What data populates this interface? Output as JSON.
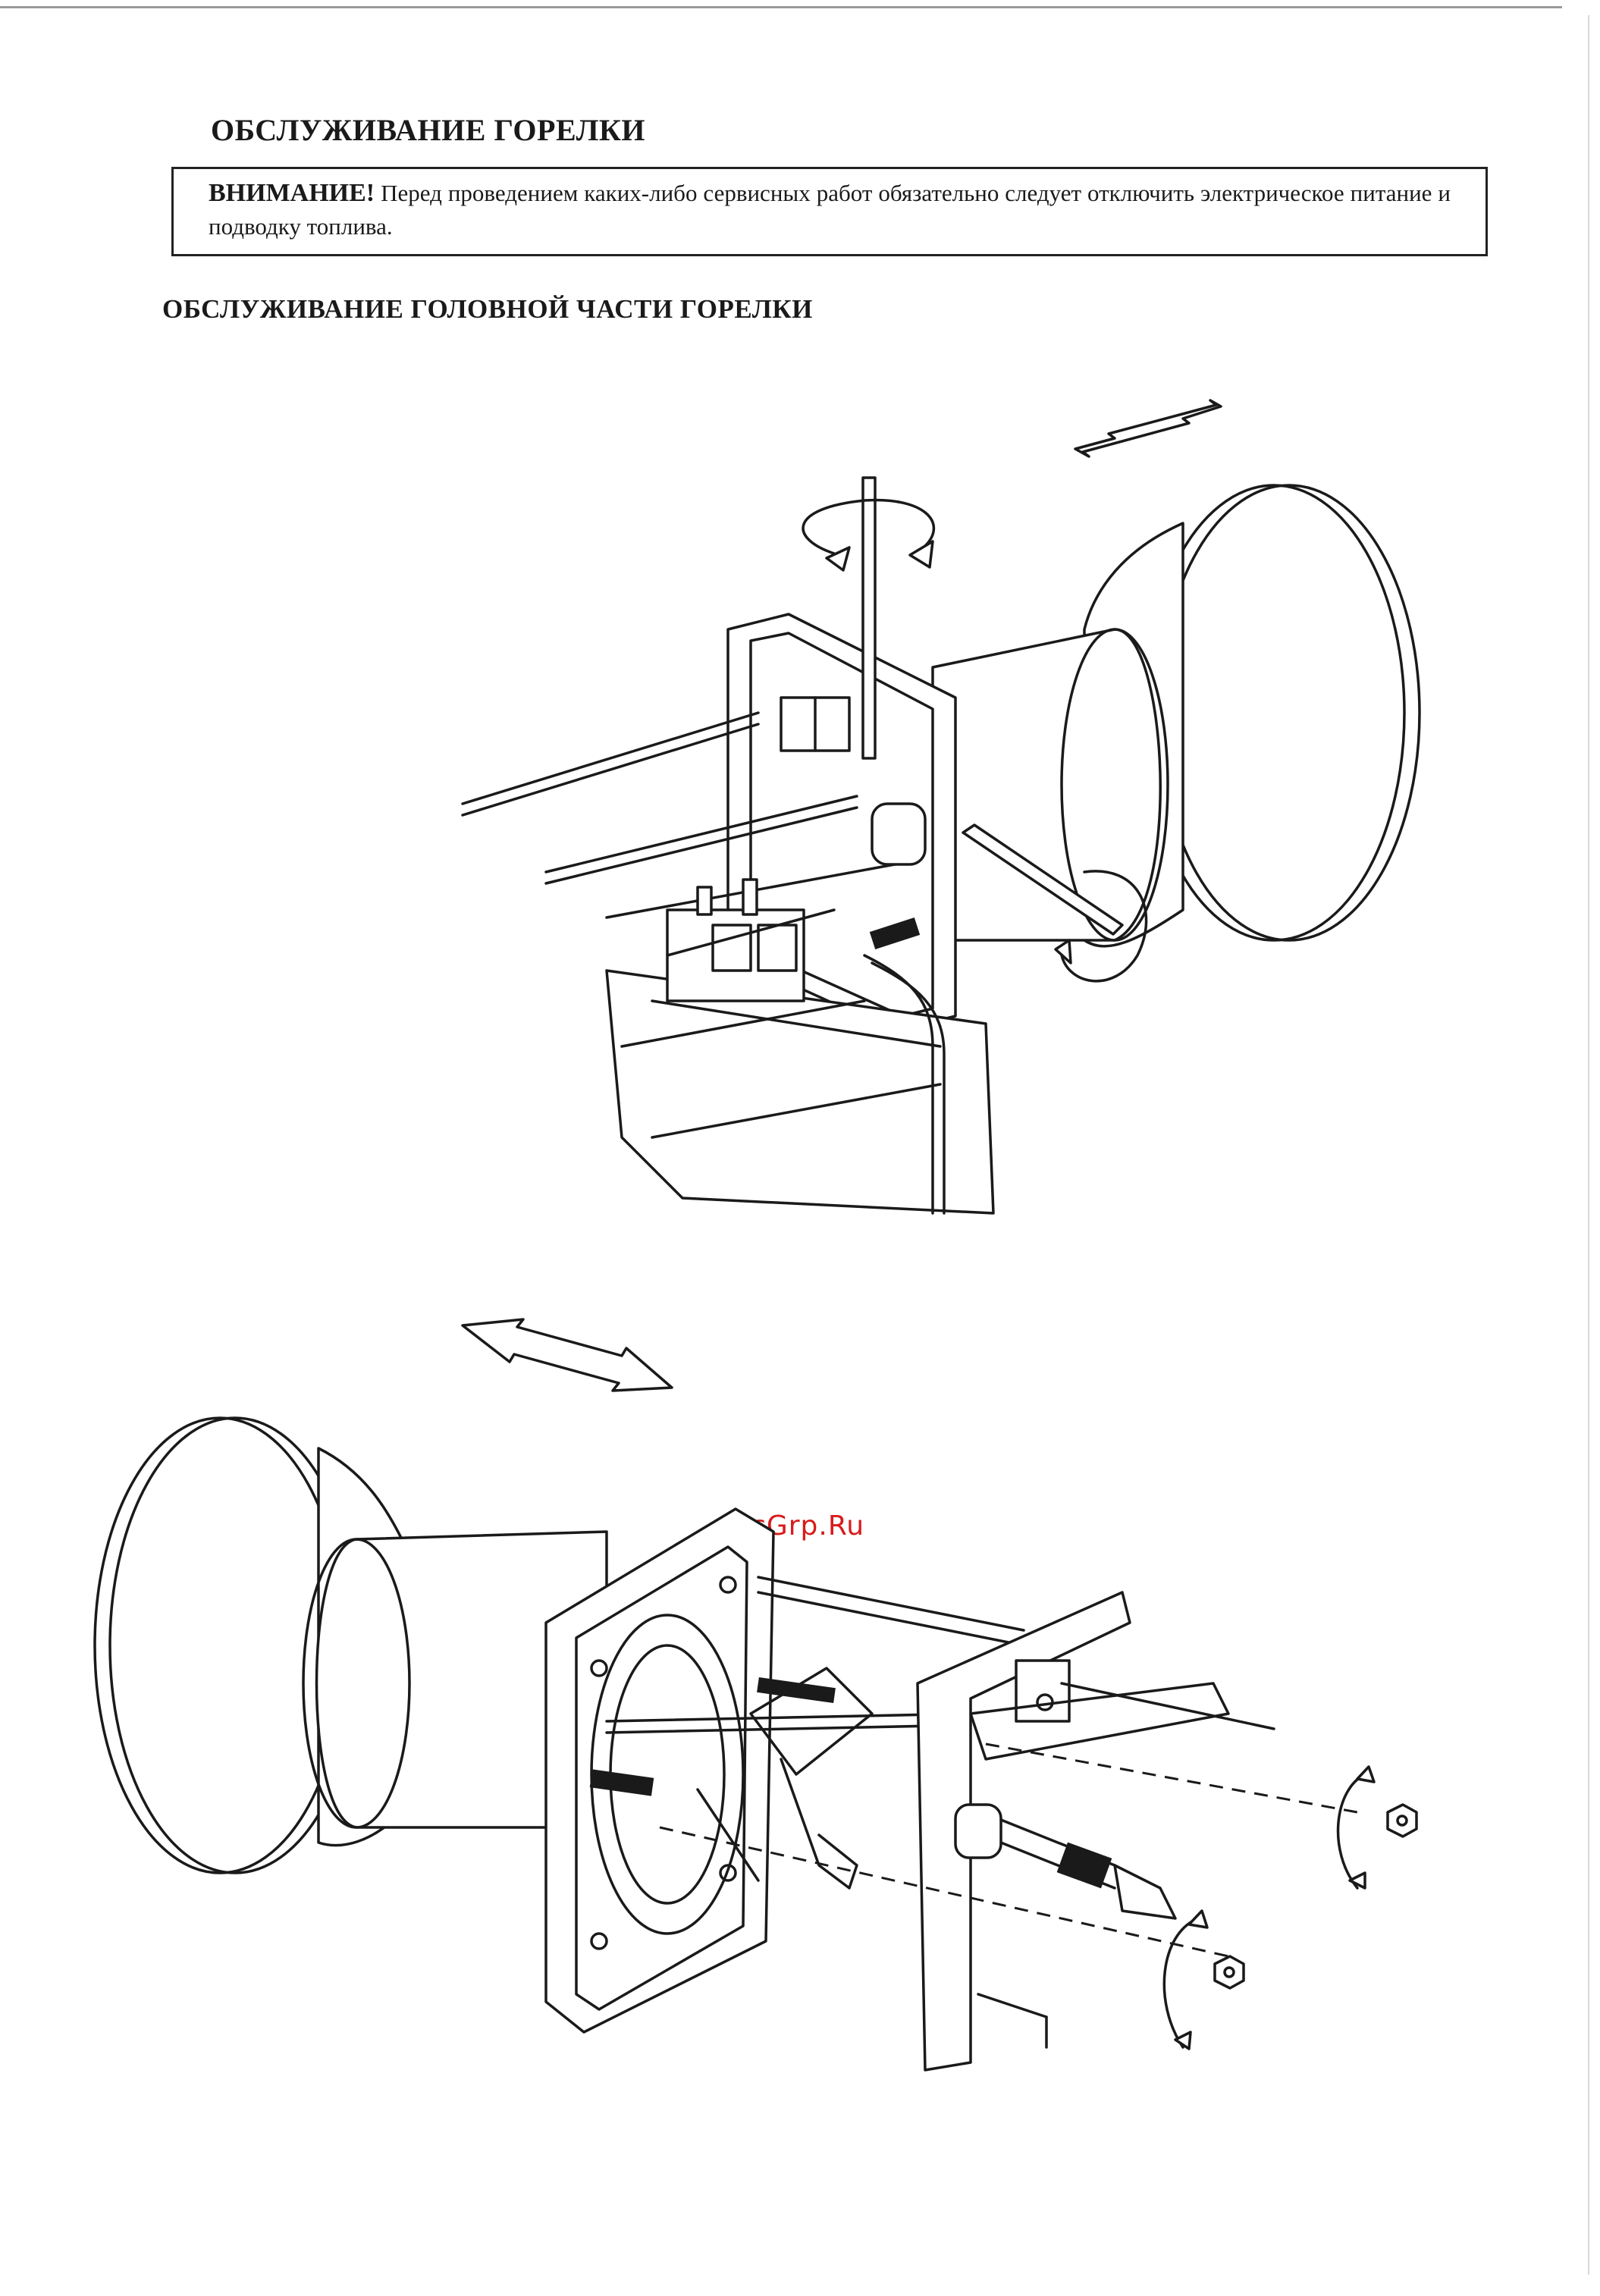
{
  "document": {
    "section_title": "ОБСЛУЖИВАНИЕ ГОРЕЛКИ",
    "warning": {
      "lead": "ВНИМАНИЕ!",
      "text": "Перед проведением каких-либо сервисных работ обязательно следует отключить электрическое питание и подводку топлива."
    },
    "subsection_title": "ОБСЛУЖИВАНИЕ ГОЛОВНОЙ ЧАСТИ ГОРЕЛКИ"
  },
  "figures": {
    "top": {
      "subject": "burner head assembly mounted"
    },
    "bottom": {
      "subject": "burner head assembly exploded"
    }
  },
  "watermark": {
    "text": "McGrp.Ru",
    "color": "#d81b1b"
  }
}
